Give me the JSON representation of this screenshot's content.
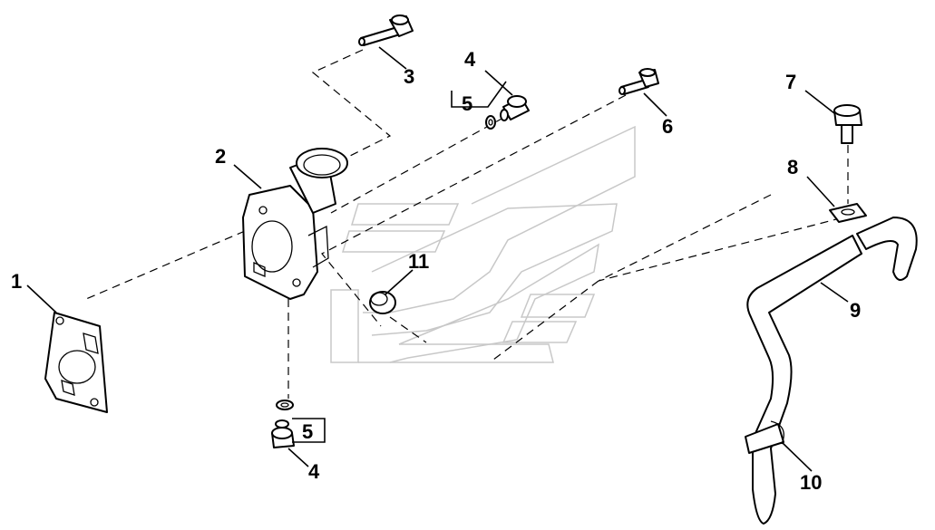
{
  "callouts": {
    "c1": "1",
    "c2": "2",
    "c3": "3",
    "c4_top": "4",
    "c5_top": "5",
    "c6": "6",
    "c7": "7",
    "c8": "8",
    "c9": "9",
    "c10": "10",
    "c11": "11",
    "c5_bottom": "5",
    "c4_bottom": "4"
  }
}
